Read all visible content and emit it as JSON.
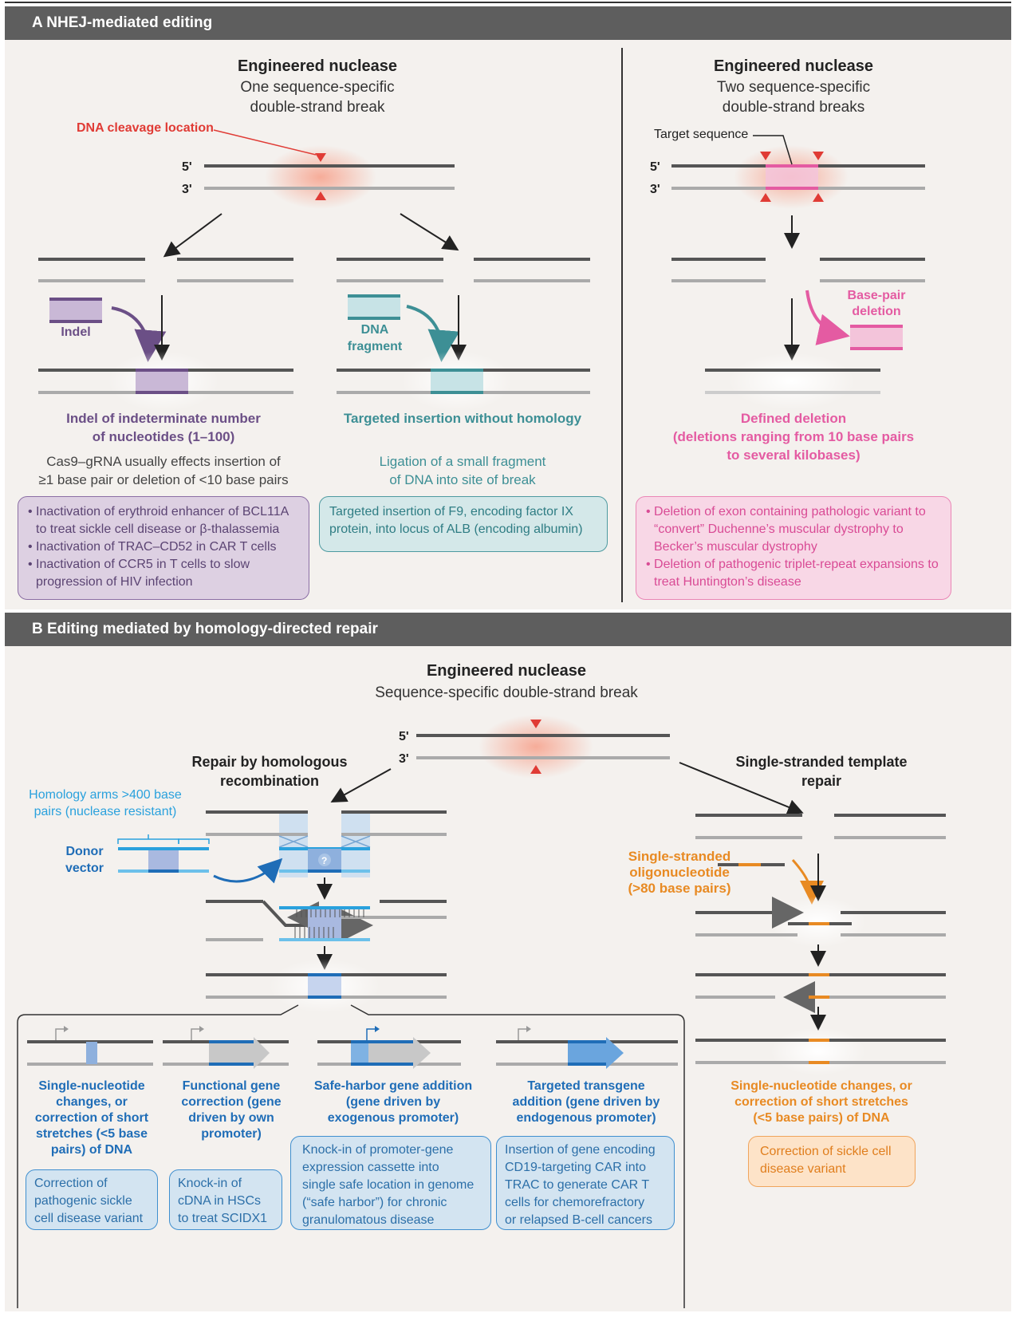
{
  "panel_a": {
    "header": "A  NHEJ-mediated editing",
    "left": {
      "title": "Engineered nuclease",
      "subtitle1": "One sequence-specific",
      "subtitle2": "double-strand break",
      "cleavage_label": "DNA cleavage location",
      "strand5": "5'",
      "strand3": "3'",
      "indel_label": "Indel",
      "fragment_label1": "DNA",
      "fragment_label2": "fragment",
      "indel_title1": "Indel of indeterminate number",
      "indel_title2": "of nucleotides (1–100)",
      "indel_desc1": "Cas9–gRNA usually effects insertion of",
      "indel_desc2": "≥1 base pair or deletion of <10 base pairs",
      "insert_title": "Targeted insertion without homology",
      "insert_desc1": "Ligation of a small fragment",
      "insert_desc2": "of DNA into site of break",
      "indel_examples": [
        "Inactivation of erythroid enhancer of BCL11A to treat sickle cell disease or β-thalassemia",
        "Inactivation of TRAC–CD52 in CAR T cells",
        "Inactivation of CCR5 in T cells to slow progression of HIV infection"
      ],
      "insert_example": "Targeted insertion of F9, encoding factor IX protein, into locus of ALB (encoding albumin)"
    },
    "right": {
      "title": "Engineered nuclease",
      "subtitle1": "Two sequence-specific",
      "subtitle2": "double-strand breaks",
      "target_label": "Target sequence",
      "strand5": "5'",
      "strand3": "3'",
      "deletion_label1": "Base-pair",
      "deletion_label2": "deletion",
      "result_title1": "Defined deletion",
      "result_title2": "(deletions ranging from 10 base pairs",
      "result_title3": "to several kilobases)",
      "examples": [
        "Deletion of exon containing pathologic variant to “convert” Duchenne’s muscular dystrophy to Becker’s muscular dystrophy",
        "Deletion of pathogenic triplet-repeat expansions to treat Huntington’s disease"
      ]
    }
  },
  "panel_b": {
    "header": "B  Editing mediated by homology-directed repair",
    "title": "Engineered nuclease",
    "subtitle": "Sequence-specific double-strand break",
    "strand5": "5'",
    "strand3": "3'",
    "hr_title1": "Repair by homologous",
    "hr_title2": "recombination",
    "homology_label1": "Homology arms >400 base",
    "homology_label2": "pairs (nuclease resistant)",
    "donor_label1": "Donor",
    "donor_label2": "vector",
    "ss_title1": "Single-stranded template",
    "ss_title2": "repair",
    "oligo_label1": "Single-stranded",
    "oligo_label2": "oligonucleotide",
    "oligo_label3": "(>80 base pairs)",
    "outcomes": [
      {
        "title": [
          "Single-nucleotide",
          "changes, or",
          "correction of short",
          "stretches (<5 base",
          "pairs) of DNA"
        ],
        "example": [
          "Correction of",
          "pathogenic sickle",
          "cell disease variant"
        ]
      },
      {
        "title": [
          "Functional gene",
          "correction (gene",
          "driven by own",
          "promoter)"
        ],
        "example": [
          "Knock-in of",
          "cDNA in HSCs",
          "to treat SCIDX1"
        ]
      },
      {
        "title": [
          "Safe-harbor gene addition",
          "(gene driven by",
          "exogenous promoter)"
        ],
        "example": [
          "Knock-in of promoter-gene",
          "expression cassette into",
          "single safe location in genome",
          "(“safe harbor”) for chronic",
          "granulomatous disease"
        ]
      },
      {
        "title": [
          "Targeted transgene",
          "addition (gene driven by",
          "endogenous promoter)"
        ],
        "example": [
          "Insertion of gene encoding",
          "CD19-targeting CAR into",
          "TRAC to generate CAR T",
          "cells for chemorefractory",
          "or relapsed B-cell cancers"
        ]
      }
    ],
    "ss_result": [
      "Single-nucleotide changes, or",
      "correction of short stretches",
      "(<5 base pairs) of DNA"
    ],
    "ss_example": [
      "Correction of sickle cell",
      "disease variant"
    ]
  },
  "colors": {
    "purple": "#6b4f86",
    "teal": "#3d8f95",
    "pink": "#e45ba2",
    "blue": "#1f6db7",
    "orange": "#e88a23",
    "red": "#e03b35"
  }
}
